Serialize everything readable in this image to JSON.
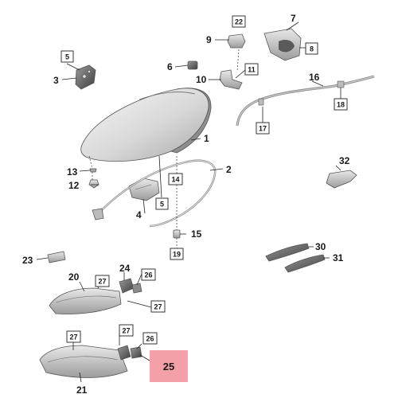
{
  "callouts": {
    "c1": "1",
    "c2": "2",
    "c3": "3",
    "c4": "4",
    "c5a": "5",
    "c5b": "5",
    "c6": "6",
    "c7": "7",
    "c8": "8",
    "c9": "9",
    "c10": "10",
    "c11": "11",
    "c12": "12",
    "c13": "13",
    "c14": "14",
    "c15": "15",
    "c16": "16",
    "c17": "17",
    "c18": "18",
    "c19": "19",
    "c20": "20",
    "c21": "21",
    "c22": "22",
    "c23": "23",
    "c24": "24",
    "c25": "25",
    "c26a": "26",
    "c26b": "26",
    "c27a": "27",
    "c27b": "27",
    "c27c": "27",
    "c27d": "27",
    "c30": "30",
    "c31": "31",
    "c32": "32"
  },
  "colors": {
    "highlight": "#f4a0a8",
    "line": "#222222",
    "part_gray": "#c9c9c9",
    "part_light": "#e6e6e6"
  }
}
